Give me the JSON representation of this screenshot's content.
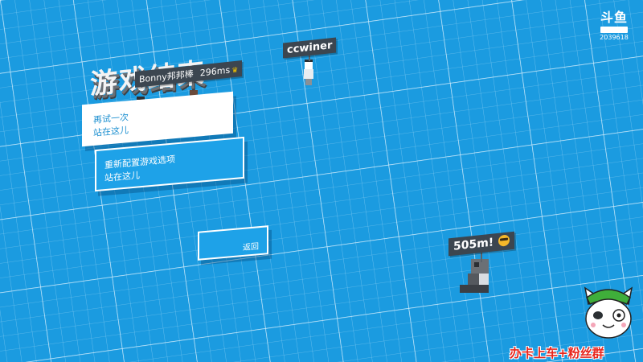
{
  "title": "游戏结束",
  "menu": {
    "retry": {
      "label": "再试一次",
      "sub": "站在这儿"
    },
    "reconfigure": {
      "label": "重新配置游戏选项",
      "sub": "站在这儿"
    },
    "back": {
      "label": "返回"
    }
  },
  "players": {
    "bonny": {
      "name": "Bonny邦邦棒",
      "ping": "296ms",
      "icon": "crown-icon"
    },
    "cc": {
      "name": "ccwiner"
    }
  },
  "distance": {
    "label": "505m!",
    "icon": "sunglasses-emoji-icon"
  },
  "logo": {
    "mark": "斗鱼",
    "room_id": "2039618"
  },
  "promo": "办卡上车+粉丝群",
  "colors": {
    "floor": "#1b9be0",
    "grid": "#bfe6fb",
    "tag": "#3c4650",
    "promo": "#e8261d"
  }
}
